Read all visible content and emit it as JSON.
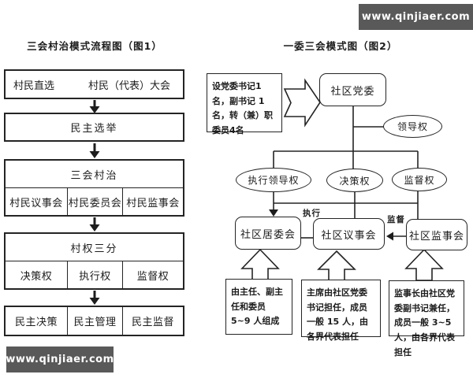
{
  "watermark": {
    "text": "www.qinjiaer.com",
    "bg": "#595959",
    "fg": "#ffffff"
  },
  "left_chart": {
    "title": "三会村治模式流程图（图1）",
    "box1": {
      "left": "村民直选",
      "right": "村民（代表）大会"
    },
    "box2": "民主选举",
    "box3": {
      "header": "三会村治",
      "cells": [
        "村民议事会",
        "村民委员会",
        "村民监事会"
      ]
    },
    "box4": {
      "header": "村权三分",
      "cells": [
        "决策权",
        "执行权",
        "监督权"
      ]
    },
    "box5": {
      "cells": [
        "民主决策",
        "民主管理",
        "民主监督"
      ]
    }
  },
  "right_chart": {
    "title": "一委三会模式图（图2）",
    "party_note": "设党委书记1名，副书记 1 名，转（兼）职委员4名",
    "party_committee": "社区党委",
    "leadership": "领导权",
    "powers": [
      "执行领导权",
      "决策权",
      "监督权"
    ],
    "councils": [
      "社区居委会",
      "社区议事会",
      "社区监事会"
    ],
    "edge_labels": {
      "execute": "执行",
      "supervise": "监督"
    },
    "notes": [
      "由主任、副主任和委员 5~9 人组成",
      "主席由社区党委书记担任，成员一般 15 人，由各界代表担任",
      "监事长由社区党委副书记兼任，成员一般 3~5 人，由各界代表担任"
    ]
  }
}
